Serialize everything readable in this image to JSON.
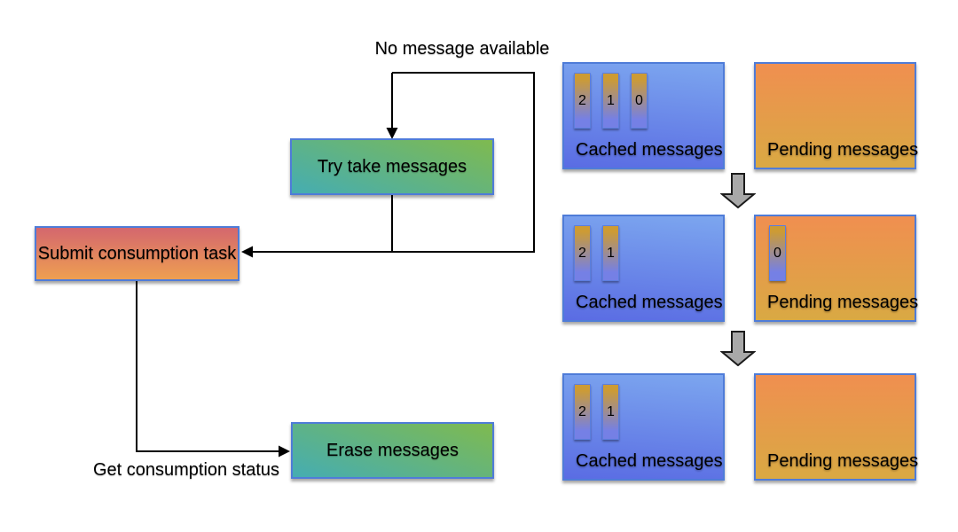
{
  "flow": {
    "labels": {
      "no_message": "No message available",
      "get_status": "Get consumption status"
    },
    "nodes": {
      "try_take": "Try take messages",
      "submit": "Submit consumption task",
      "erase": "Erase messages"
    }
  },
  "panel": {
    "rows": [
      {
        "cached": {
          "label": "Cached messages",
          "tiles": [
            "2",
            "1",
            "0"
          ]
        },
        "pending": {
          "label": "Pending messages",
          "tiles": []
        }
      },
      {
        "cached": {
          "label": "Cached messages",
          "tiles": [
            "2",
            "1"
          ]
        },
        "pending": {
          "label": "Pending messages",
          "tiles": [
            "0"
          ]
        }
      },
      {
        "cached": {
          "label": "Cached messages",
          "tiles": [
            "2",
            "1"
          ]
        },
        "pending": {
          "label": "Pending messages",
          "tiles": []
        }
      }
    ]
  },
  "colors": {
    "node_border": "#4f7cd8",
    "line_color": "#000000",
    "cached_gradient": [
      "#7ca6ef",
      "#5a6ce3"
    ],
    "pending_gradient": [
      "#f08f50",
      "#d9a943"
    ],
    "tile_gradient": [
      "#cd9b34",
      "#7580e5"
    ],
    "green_gradient": [
      "#7fba4f",
      "#45adb2"
    ],
    "red_gradient": [
      "#d4676e",
      "#ee9f51"
    ],
    "block_arrow_fill": "#a8a8a8"
  }
}
